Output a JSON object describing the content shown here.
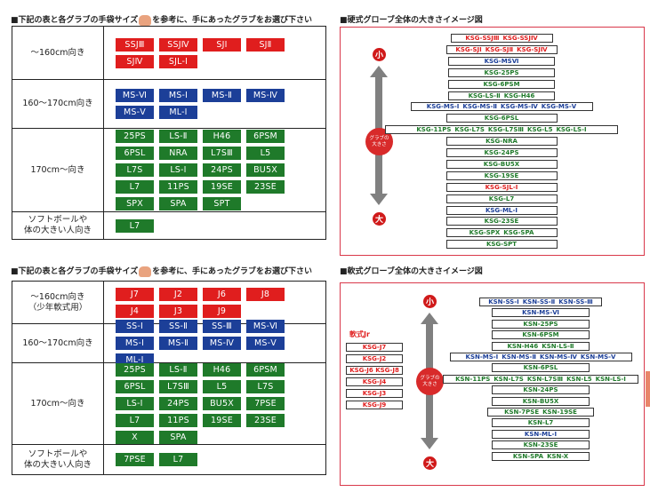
{
  "top": {
    "table_header": {
      "before": "■下記の表と各グラブの手袋サイズ",
      "after": "を参考に、手にあったグラブをお選び下さい"
    },
    "panel_header": "■硬式グローブ全体の大きさイメージ図",
    "rows": [
      {
        "label": "〜160cm向き",
        "chips": [
          {
            "t": "SSJⅢ",
            "c": "red"
          },
          {
            "t": "SSJⅣ",
            "c": "red"
          },
          {
            "t": "SJⅠ",
            "c": "red"
          },
          {
            "t": "SJⅡ",
            "c": "red"
          },
          {
            "t": "SJⅣ",
            "c": "red"
          },
          {
            "t": "SJL-Ⅰ",
            "c": "red"
          }
        ]
      },
      {
        "label": "160〜170cm向き",
        "chips": [
          {
            "t": "MS-Ⅵ",
            "c": "blue"
          },
          {
            "t": "MS-Ⅰ",
            "c": "blue"
          },
          {
            "t": "MS-Ⅱ",
            "c": "blue"
          },
          {
            "t": "MS-Ⅳ",
            "c": "blue"
          },
          {
            "t": "MS-Ⅴ",
            "c": "blue"
          },
          {
            "t": "ML-Ⅰ",
            "c": "blue"
          }
        ]
      },
      {
        "label": "170cm〜向き",
        "chips": [
          {
            "t": "25PS",
            "c": "green"
          },
          {
            "t": "LS-Ⅱ",
            "c": "green"
          },
          {
            "t": "H46",
            "c": "green"
          },
          {
            "t": "6PSM",
            "c": "green"
          },
          {
            "t": "6PSL",
            "c": "green"
          },
          {
            "t": "NRA",
            "c": "green"
          },
          {
            "t": "L7SⅢ",
            "c": "green"
          },
          {
            "t": "L5",
            "c": "green"
          },
          {
            "t": "L7S",
            "c": "green"
          },
          {
            "t": "LS-Ⅰ",
            "c": "green"
          },
          {
            "t": "24PS",
            "c": "green"
          },
          {
            "t": "BU5X",
            "c": "green"
          },
          {
            "t": "L7",
            "c": "green"
          },
          {
            "t": "11PS",
            "c": "green"
          },
          {
            "t": "19SE",
            "c": "green"
          },
          {
            "t": "23SE",
            "c": "green"
          },
          {
            "t": "SPX",
            "c": "green"
          },
          {
            "t": "SPA",
            "c": "green"
          },
          {
            "t": "SPT",
            "c": "green"
          }
        ]
      },
      {
        "label": "ソフトボールや\n体の大きい人向き",
        "chips": [
          {
            "t": "L7",
            "c": "green"
          }
        ]
      }
    ],
    "small": "小",
    "large": "大",
    "mid_label": "グラブの大きさ",
    "bars": [
      [
        {
          "t": "KSG-SSJⅢ",
          "c": "red"
        },
        {
          "t": "KSG-SSJⅣ",
          "c": "red"
        }
      ],
      [
        {
          "t": "KSG-SJⅠ",
          "c": "red"
        },
        {
          "t": "KSG-SJⅡ",
          "c": "red"
        },
        {
          "t": "KSG-SJⅣ",
          "c": "red"
        }
      ],
      [
        {
          "t": "KSG-MSⅥ",
          "c": "blue"
        }
      ],
      [
        {
          "t": "KSG-25PS",
          "c": "green"
        }
      ],
      [
        {
          "t": "KSG-6PSM",
          "c": "green"
        }
      ],
      [
        {
          "t": "KSG-LS-Ⅱ",
          "c": "green"
        },
        {
          "t": "KSG-H46",
          "c": "green"
        }
      ],
      [
        {
          "t": "KSG-MS-Ⅰ",
          "c": "blue"
        },
        {
          "t": "KSG-MS-Ⅱ",
          "c": "blue"
        },
        {
          "t": "KSG-MS-Ⅳ",
          "c": "blue"
        },
        {
          "t": "KSG-MS-Ⅴ",
          "c": "blue"
        }
      ],
      [
        {
          "t": "KSG-6PSL",
          "c": "green"
        }
      ],
      [
        {
          "t": "KSG-11PS",
          "c": "green"
        },
        {
          "t": "KSG-L7S",
          "c": "green"
        },
        {
          "t": "KSG-L7SⅢ",
          "c": "green"
        },
        {
          "t": "KSG-L5",
          "c": "green"
        },
        {
          "t": "KSG-LS-Ⅰ",
          "c": "green"
        }
      ],
      [
        {
          "t": "KSG-NRA",
          "c": "green"
        }
      ],
      [
        {
          "t": "KSG-24PS",
          "c": "green"
        }
      ],
      [
        {
          "t": "KSG-BU5X",
          "c": "green"
        }
      ],
      [
        {
          "t": "KSG-19SE",
          "c": "green"
        }
      ],
      [
        {
          "t": "KSG-SJL-Ⅰ",
          "c": "red"
        }
      ],
      [
        {
          "t": "KSG-L7",
          "c": "green"
        }
      ],
      [
        {
          "t": "KSG-ML-Ⅰ",
          "c": "blue"
        }
      ],
      [
        {
          "t": "KSG-23SE",
          "c": "green"
        }
      ],
      [
        {
          "t": "KSG-SPX",
          "c": "green"
        },
        {
          "t": "KSG-SPA",
          "c": "green"
        }
      ],
      [
        {
          "t": "KSG-SPT",
          "c": "green"
        }
      ]
    ]
  },
  "bottom": {
    "table_header": {
      "before": "■下記の表と各グラブの手袋サイズ",
      "after": "を参考に、手にあったグラブをお選び下さい"
    },
    "panel_header": "■軟式グローブ全体の大きさイメージ図",
    "rows": [
      {
        "label": "〜160cm向き\n（少年軟式用）",
        "chips": [
          {
            "t": "J7",
            "c": "red"
          },
          {
            "t": "J2",
            "c": "red"
          },
          {
            "t": "J6",
            "c": "red"
          },
          {
            "t": "J8",
            "c": "red"
          },
          {
            "t": "J4",
            "c": "red"
          },
          {
            "t": "J3",
            "c": "red"
          },
          {
            "t": "J9",
            "c": "red"
          }
        ]
      },
      {
        "label": "160〜170cm向き",
        "chips": [
          {
            "t": "SS-Ⅰ",
            "c": "blue"
          },
          {
            "t": "SS-Ⅱ",
            "c": "blue"
          },
          {
            "t": "SS-Ⅲ",
            "c": "blue"
          },
          {
            "t": "MS-Ⅵ",
            "c": "blue"
          },
          {
            "t": "MS-Ⅰ",
            "c": "blue"
          },
          {
            "t": "MS-Ⅱ",
            "c": "blue"
          },
          {
            "t": "MS-Ⅳ",
            "c": "blue"
          },
          {
            "t": "MS-Ⅴ",
            "c": "blue"
          },
          {
            "t": "ML-Ⅰ",
            "c": "blue"
          }
        ]
      },
      {
        "label": "170cm〜向き",
        "chips": [
          {
            "t": "25PS",
            "c": "green"
          },
          {
            "t": "LS-Ⅱ",
            "c": "green"
          },
          {
            "t": "H46",
            "c": "green"
          },
          {
            "t": "6PSM",
            "c": "green"
          },
          {
            "t": "6PSL",
            "c": "green"
          },
          {
            "t": "L7SⅢ",
            "c": "green"
          },
          {
            "t": "L5",
            "c": "green"
          },
          {
            "t": "L7S",
            "c": "green"
          },
          {
            "t": "LS-Ⅰ",
            "c": "green"
          },
          {
            "t": "24PS",
            "c": "green"
          },
          {
            "t": "BU5X",
            "c": "green"
          },
          {
            "t": "7PSE",
            "c": "green"
          },
          {
            "t": "L7",
            "c": "green"
          },
          {
            "t": "11PS",
            "c": "green"
          },
          {
            "t": "19SE",
            "c": "green"
          },
          {
            "t": "23SE",
            "c": "green"
          },
          {
            "t": "X",
            "c": "green"
          },
          {
            "t": "SPA",
            "c": "green"
          }
        ]
      },
      {
        "label": "ソフトボールや\n体の大きい人向き",
        "chips": [
          {
            "t": "7PSE",
            "c": "green"
          },
          {
            "t": "L7",
            "c": "green"
          }
        ]
      }
    ],
    "small": "小",
    "large": "大",
    "mid_label": "グラブの大きさ",
    "jr_title": "軟式Jr",
    "jr": [
      "KSG-J7",
      "KSG-J2",
      "KSG-J6 KSG-J8",
      "KSG-J4",
      "KSG-J3",
      "KSG-J9"
    ],
    "bars": [
      [
        {
          "t": "KSN-SS-Ⅰ",
          "c": "blue"
        },
        {
          "t": "KSN-SS-Ⅱ",
          "c": "blue"
        },
        {
          "t": "KSN-SS-Ⅲ",
          "c": "blue"
        }
      ],
      [
        {
          "t": "KSN-MS-Ⅵ",
          "c": "blue"
        }
      ],
      [
        {
          "t": "KSN-25PS",
          "c": "green"
        }
      ],
      [
        {
          "t": "KSN-6PSM",
          "c": "green"
        }
      ],
      [
        {
          "t": "KSN-H46",
          "c": "green"
        },
        {
          "t": "KSN-LS-Ⅱ",
          "c": "green"
        }
      ],
      [
        {
          "t": "KSN-MS-Ⅰ",
          "c": "blue"
        },
        {
          "t": "KSN-MS-Ⅱ",
          "c": "blue"
        },
        {
          "t": "KSN-MS-Ⅳ",
          "c": "blue"
        },
        {
          "t": "KSN-MS-Ⅴ",
          "c": "blue"
        }
      ],
      [
        {
          "t": "KSN-6PSL",
          "c": "green"
        }
      ],
      [
        {
          "t": "KSN-11PS",
          "c": "green"
        },
        {
          "t": "KSN-L7S",
          "c": "green"
        },
        {
          "t": "KSN-L7SⅢ",
          "c": "green"
        },
        {
          "t": "KSN-L5",
          "c": "green"
        },
        {
          "t": "KSN-LS-Ⅰ",
          "c": "green"
        }
      ],
      [
        {
          "t": "KSN-24PS",
          "c": "green"
        }
      ],
      [
        {
          "t": "KSN-BU5X",
          "c": "green"
        }
      ],
      [
        {
          "t": "KSN-7PSE",
          "c": "green"
        },
        {
          "t": "KSN-19SE",
          "c": "green"
        }
      ],
      [
        {
          "t": "KSN-L7",
          "c": "green"
        }
      ],
      [
        {
          "t": "KSN-ML-Ⅰ",
          "c": "blue"
        }
      ],
      [
        {
          "t": "KSN-23SE",
          "c": "green"
        }
      ],
      [
        {
          "t": "KSN-SPA",
          "c": "green"
        },
        {
          "t": "KSN-X",
          "c": "green"
        }
      ]
    ]
  }
}
